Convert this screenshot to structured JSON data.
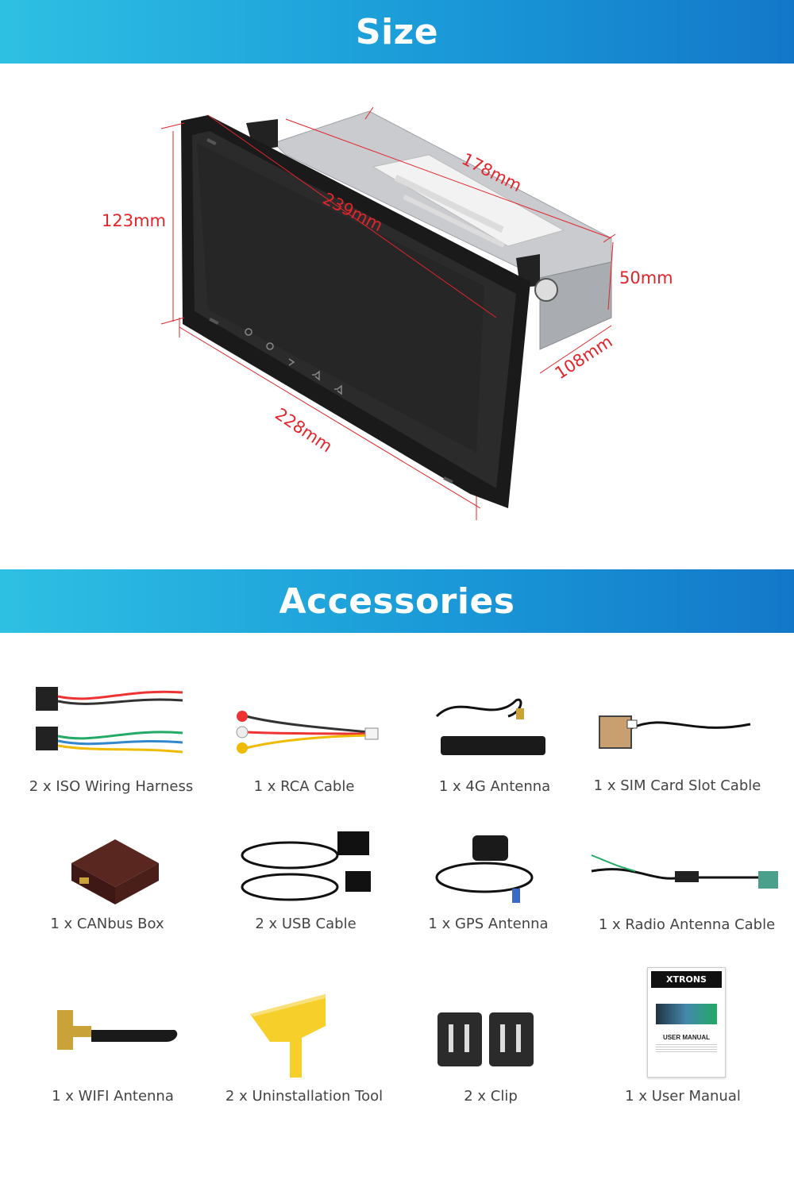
{
  "sections": {
    "size_title": "Size",
    "accessories_title": "Accessories"
  },
  "dimensions": {
    "height_front": "123mm",
    "width_back": "178mm",
    "diagonal": "239mm",
    "depth_height": "50mm",
    "depth": "108mm",
    "width_front": "228mm"
  },
  "device": {
    "brand": "XTRONS"
  },
  "accessories": [
    {
      "label": "2 x ISO Wiring Harness",
      "icon": "iso-harness-icon"
    },
    {
      "label": "1 x RCA Cable",
      "icon": "rca-cable-icon"
    },
    {
      "label": "1 x 4G Antenna",
      "icon": "4g-antenna-icon"
    },
    {
      "label": "1 x SIM Card Slot Cable",
      "icon": "sim-cable-icon"
    },
    {
      "label": "1 x CANbus Box",
      "icon": "canbus-box-icon"
    },
    {
      "label": "2 x USB Cable",
      "icon": "usb-cable-icon"
    },
    {
      "label": "1 x GPS Antenna",
      "icon": "gps-antenna-icon"
    },
    {
      "label": "1 x Radio Antenna Cable",
      "icon": "radio-cable-icon"
    },
    {
      "label": "1 x WIFI Antenna",
      "icon": "wifi-antenna-icon"
    },
    {
      "label": "2 x Uninstallation Tool",
      "icon": "uninstall-tool-icon"
    },
    {
      "label": "2 x Clip",
      "icon": "clip-icon"
    },
    {
      "label": "1 x User Manual",
      "icon": "user-manual-icon"
    }
  ],
  "manual": {
    "brand": "XTRONS",
    "title": "USER MANUAL"
  },
  "colors": {
    "banner_start": "#2ec0e3",
    "banner_end": "#1377c9",
    "dimension": "#e3242b"
  }
}
